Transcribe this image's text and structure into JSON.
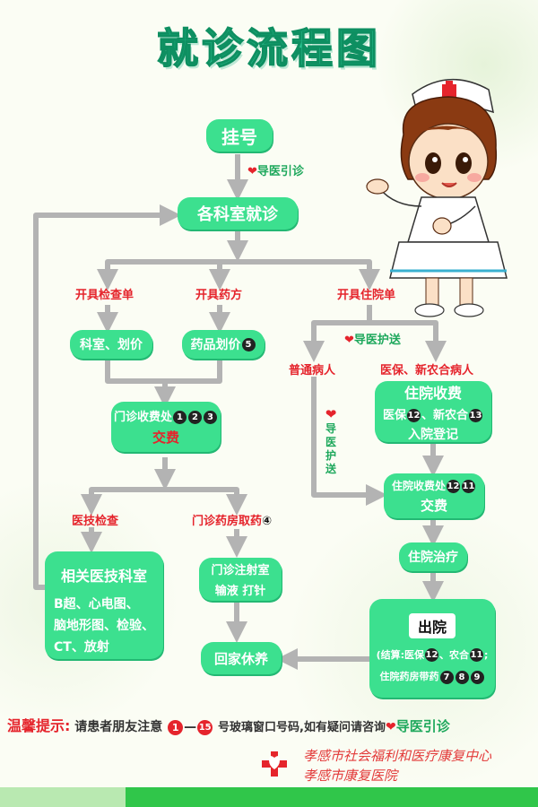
{
  "title": "就诊流程图",
  "boxes": {
    "register": "挂号",
    "departments": "各科室就诊",
    "dept_pricing": "科室、划价",
    "drug_pricing": "药品划价",
    "outpatient_cashier": "门诊收费处",
    "pay": "交费",
    "related_depts": "相关医技科室",
    "related_depts_items": [
      "B超、心电图、",
      "脑地形图、检验、",
      "CT、放射"
    ],
    "injection_room": "门诊注射室",
    "infusion": "输液 打针",
    "go_home": "回家休养",
    "inpatient_fee": "住院收费",
    "insurance_line": "医保",
    "ncms_line": "、新农合",
    "admission": "入院登记",
    "inpatient_cashier": "住院收费处",
    "inpatient_pay": "交费",
    "inpatient_treatment": "住院治疗",
    "discharge": "出院",
    "settlement_prefix": "(结算:医保",
    "settlement_mid": "、农合",
    "settlement_suffix": ";",
    "inpatient_pharmacy": "住院药房带药"
  },
  "labels": {
    "exam_order": "开具检查单",
    "prescription": "开具药方",
    "admission_order": "开具住院单",
    "general_patient": "普通病人",
    "insured_patient": "医保、新农合病人",
    "tech_exam": "医技检查",
    "pharmacy": "门诊药房取药",
    "guide_assist": "导医引诊",
    "guide_escort": "导医护送",
    "guide_escort_vertical": "导医护送"
  },
  "badges": {
    "drug_pricing": [
      "5"
    ],
    "outpatient_cashier": [
      "1",
      "2",
      "3"
    ],
    "pharmacy": "④",
    "insurance": [
      "12"
    ],
    "ncms": [
      "13"
    ],
    "inpatient_cashier": [
      "12",
      "11"
    ],
    "settle_insurance": [
      "12"
    ],
    "settle_ncms": [
      "11"
    ],
    "inpatient_pharmacy": [
      "7",
      "8",
      "9"
    ],
    "tip_from": "1",
    "tip_to": "15"
  },
  "tip": {
    "head": "温馨提示",
    "colon": ":",
    "text1": "请患者朋友注意",
    "dash": "—",
    "text2": "号玻璃窗口号码,如有疑问请咨询",
    "guide": "导医引诊"
  },
  "footer": {
    "org1": "孝感市社会福利和医疗康复中心",
    "org2": "孝感市康复医院"
  },
  "colors": {
    "box": "#3ce08f",
    "arrow": "#b3b3b3",
    "accent_red": "#e5242c",
    "title_green": "#29c28f"
  },
  "icons": [
    "heart-icon",
    "red-cross-icon",
    "nurse-illustration"
  ]
}
